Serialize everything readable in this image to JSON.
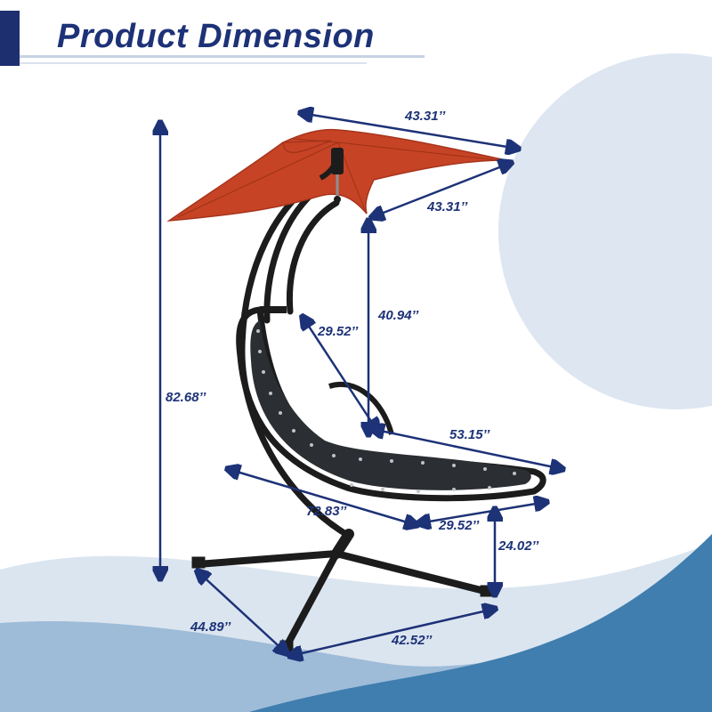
{
  "header": {
    "title": "Product Dimension"
  },
  "dimensions": {
    "canopy_width": "43.31’’",
    "canopy_depth": "43.31’’",
    "total_height": "82.68’’",
    "hanger_to_seat": "40.94’’",
    "backrest_width": "29.52’’",
    "seat_depth": "53.15’’",
    "chair_length": "72.83’’",
    "seat_width": "29.52’’",
    "seat_height": "24.02’’",
    "base_length": "44.89’’",
    "base_width": "42.52’’"
  },
  "colors": {
    "navy": "#1d3277",
    "title_bar": "#1d2f6f",
    "canopy": "#c74325",
    "frame": "#1c1c1c",
    "seat_fabric": "#2b2e33",
    "light_blue": "#dde6f1",
    "wave_mid": "#8fb3d4",
    "wave_dark": "#3f7eaf"
  },
  "icons": {
    "dimension_arrow": "double-headed-arrow"
  }
}
